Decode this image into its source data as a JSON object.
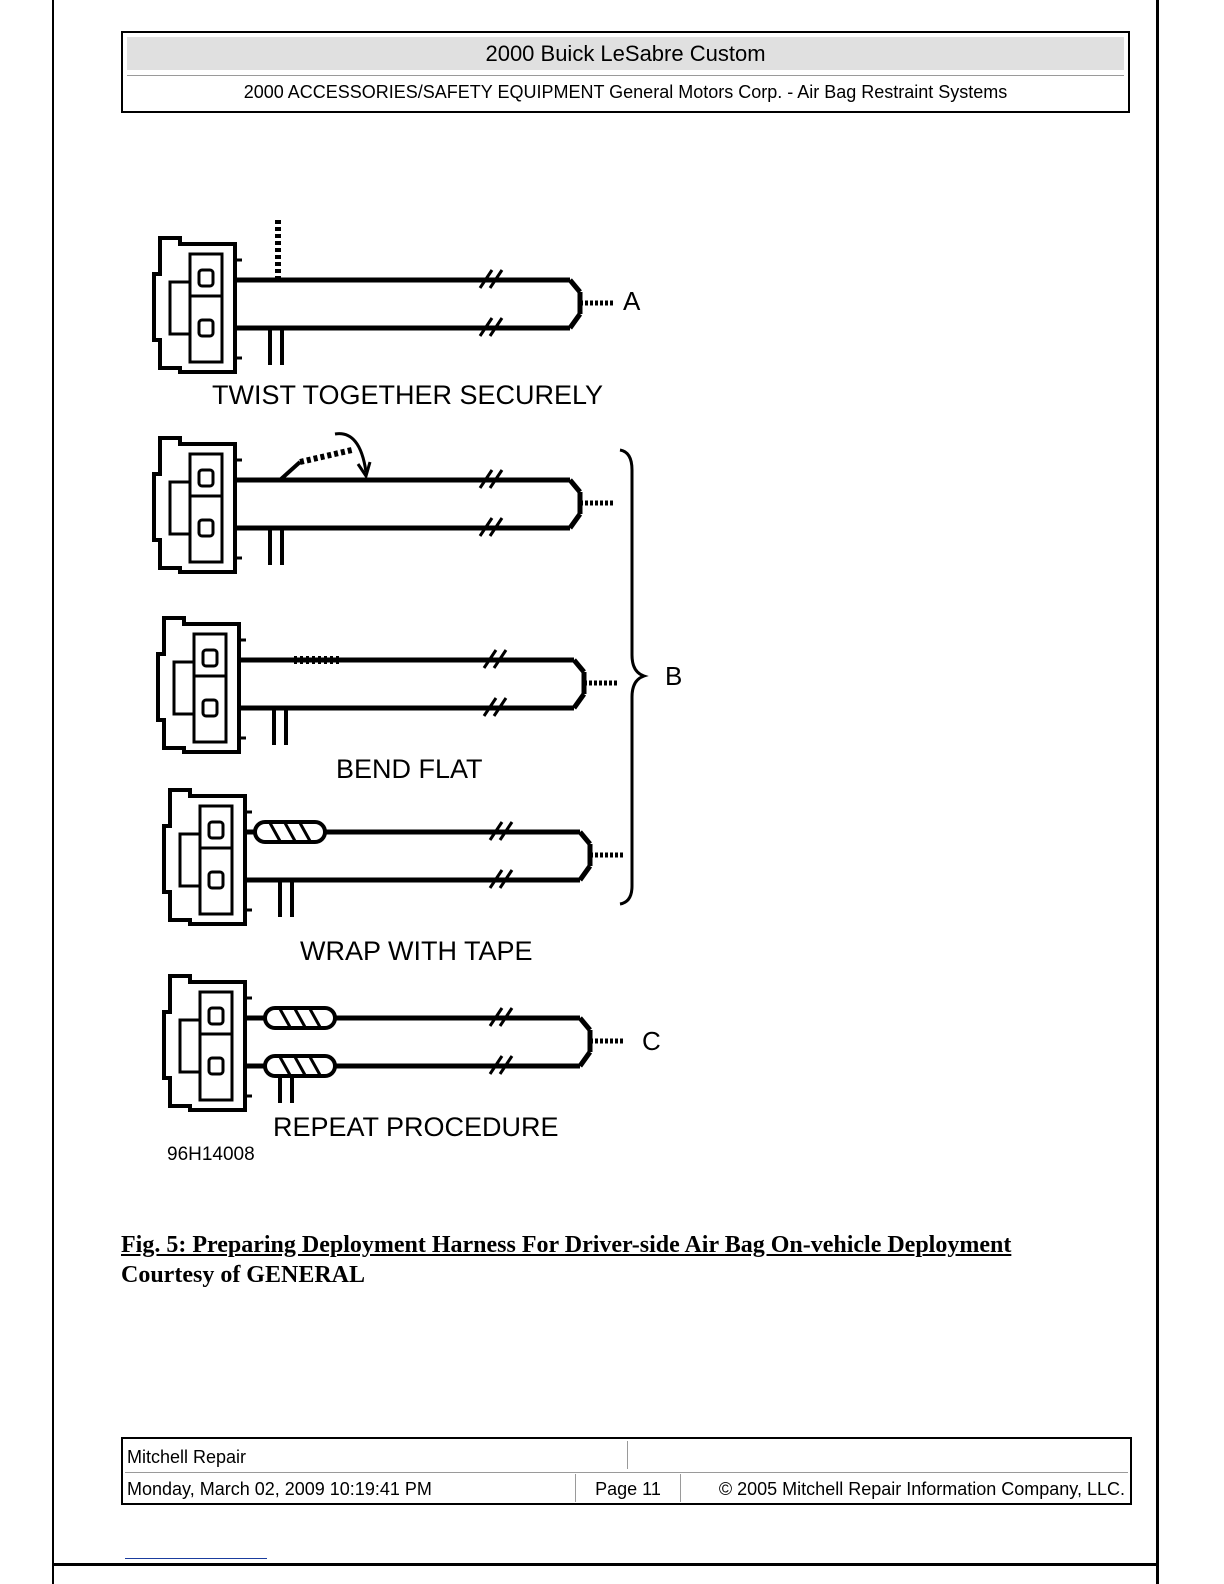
{
  "header": {
    "title": "2000 Buick LeSabre Custom",
    "subtitle": "2000 ACCESSORIES/SAFETY EQUIPMENT General Motors Corp. - Air Bag Restraint Systems"
  },
  "diagram": {
    "label_a": "A",
    "label_b": "B",
    "label_c": "C",
    "step_twist": "TWIST TOGETHER SECURELY",
    "step_bend": "BEND FLAT",
    "step_wrap": "WRAP WITH TAPE",
    "step_repeat": "REPEAT PROCEDURE",
    "figure_code": "96H14008"
  },
  "caption": {
    "figure_title": "Fig. 5: Preparing Deployment Harness For Driver-side Air Bag On-vehicle Deployment",
    "courtesy": "Courtesy of GENERAL"
  },
  "footer": {
    "publisher": "Mitchell Repair",
    "timestamp": "Monday, March 02, 2009 10:19:41 PM",
    "page": "Page 11",
    "copyright": "© 2005 Mitchell Repair Information Company, LLC."
  }
}
